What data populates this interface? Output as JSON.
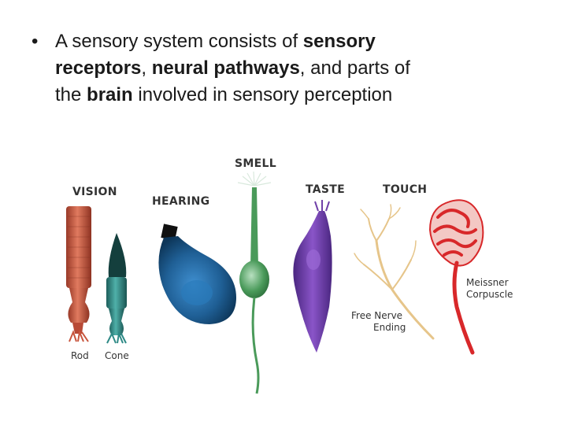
{
  "bullet": {
    "symbol": "•",
    "segments": [
      {
        "text": "A sensory system consists of ",
        "bold": false
      },
      {
        "text": "sensory",
        "bold": true
      },
      {
        "text": "receptors",
        "bold": true,
        "newline": true
      },
      {
        "text": ", ",
        "bold": false
      },
      {
        "text": "neural pathways",
        "bold": true
      },
      {
        "text": ", and parts of",
        "bold": false
      },
      {
        "text": "the ",
        "bold": false,
        "newline": true
      },
      {
        "text": "brain",
        "bold": true
      },
      {
        "text": " involved in sensory perception",
        "bold": false
      }
    ]
  },
  "diagram": {
    "labels": {
      "vision": "VISION",
      "hearing": "HEARING",
      "smell": "SMELL",
      "taste": "TASTE",
      "touch": "TOUCH",
      "rod": "Rod",
      "cone": "Cone",
      "free_nerve_line1": "Free Nerve",
      "free_nerve_line2": "Ending",
      "meissner_line1": "Meissner",
      "meissner_line2": "Corpuscle"
    },
    "colors": {
      "rod": "#c8553d",
      "cone": "#2e8a86",
      "hearing": "#1f5f95",
      "smell": "#4a9a5a",
      "taste": "#7040a8",
      "free_nerve": "#e6c58a",
      "meissner": "#d8282a"
    }
  }
}
